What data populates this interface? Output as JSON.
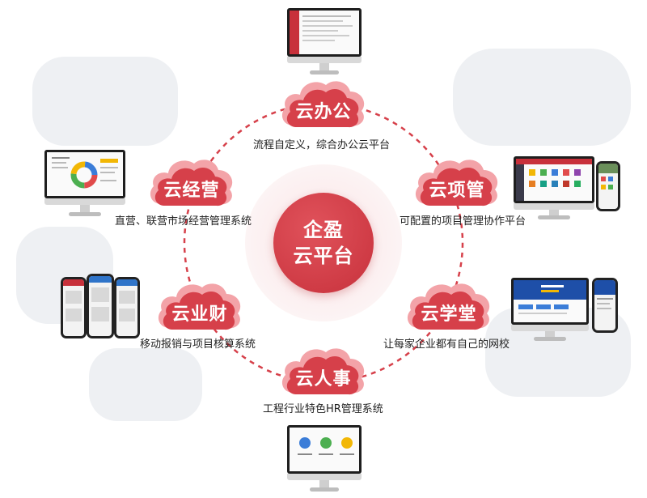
{
  "center": {
    "line1": "企盈",
    "line2": "云平台"
  },
  "modules": [
    {
      "id": "office",
      "title": "云办公",
      "desc": "流程自定义，综合办公云平台"
    },
    {
      "id": "project",
      "title": "云项管",
      "desc": "可配置的项目管理协作平台"
    },
    {
      "id": "school",
      "title": "云学堂",
      "desc": "让每家企业都有自己的网校"
    },
    {
      "id": "hr",
      "title": "云人事",
      "desc": "工程行业特色HR管理系统"
    },
    {
      "id": "finance",
      "title": "云业财",
      "desc": "移动报销与项目核算系统"
    },
    {
      "id": "business",
      "title": "云经营",
      "desc": "直营、联营市场经营管理系统"
    }
  ],
  "colors": {
    "accent": "#d6404a",
    "cloud_light": "#f3a3a8",
    "ring": "#d6404a",
    "text": "#222222"
  }
}
